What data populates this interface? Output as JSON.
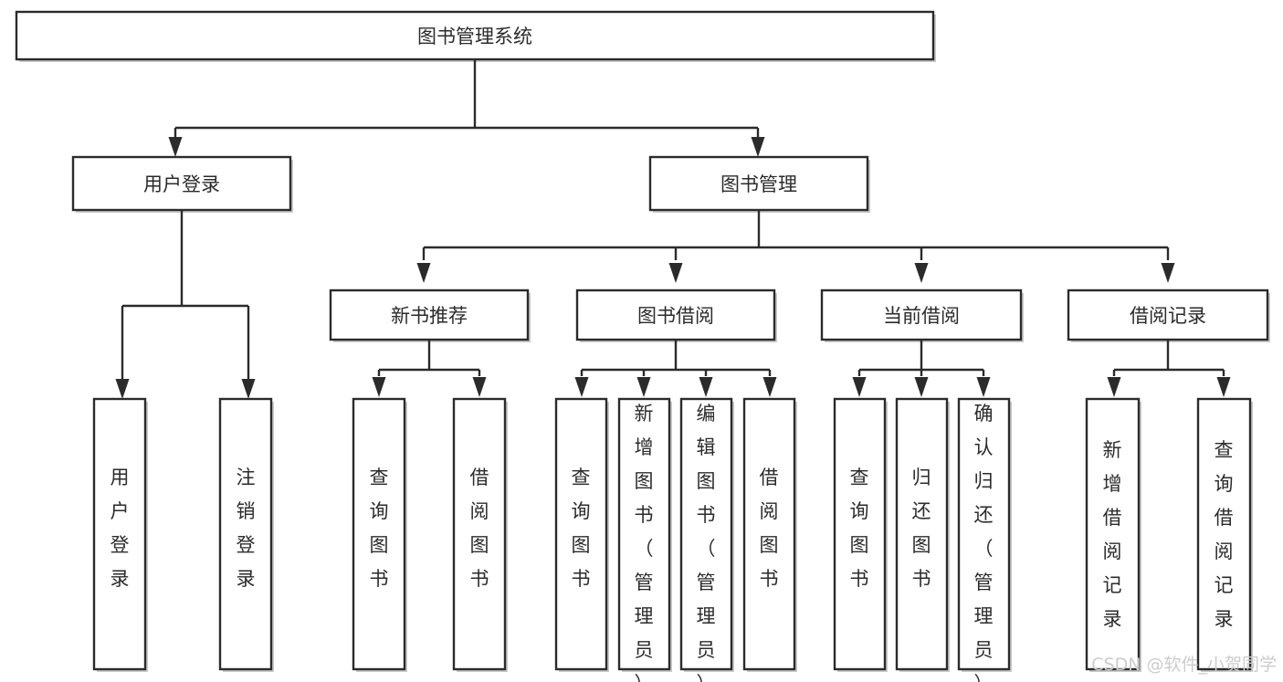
{
  "diagram": {
    "type": "tree-flowchart",
    "title": "图书管理系统",
    "background_color": "#ffffff",
    "line_color": "#2b2b2b",
    "text_color": "#2b2b2b",
    "levels": {
      "root": {
        "label": "图书管理系统"
      },
      "level2": [
        {
          "label": "用户登录"
        },
        {
          "label": "图书管理"
        }
      ],
      "level3": [
        {
          "label": "新书推荐"
        },
        {
          "label": "图书借阅"
        },
        {
          "label": "当前借阅"
        },
        {
          "label": "借阅记录"
        }
      ],
      "leaves": {
        "user_login": [
          {
            "label": "用户登录"
          },
          {
            "label": "注销登录"
          }
        ],
        "new_book_recommend": [
          {
            "label": "查询图书"
          },
          {
            "label": "借阅图书"
          }
        ],
        "book_borrow": [
          {
            "label": "查询图书"
          },
          {
            "label": "新增图书（管理员）"
          },
          {
            "label": "编辑图书（管理员）"
          },
          {
            "label": "借阅图书"
          }
        ],
        "current_borrow": [
          {
            "label": "查询图书"
          },
          {
            "label": "归还图书"
          },
          {
            "label": "确认归还（管理员）"
          }
        ],
        "borrow_record": [
          {
            "label": "新增借阅记录"
          },
          {
            "label": "查询借阅记录"
          }
        ]
      }
    }
  },
  "watermark": {
    "text": "CSDN @软件_小贺同学",
    "color": "#cccccc"
  }
}
